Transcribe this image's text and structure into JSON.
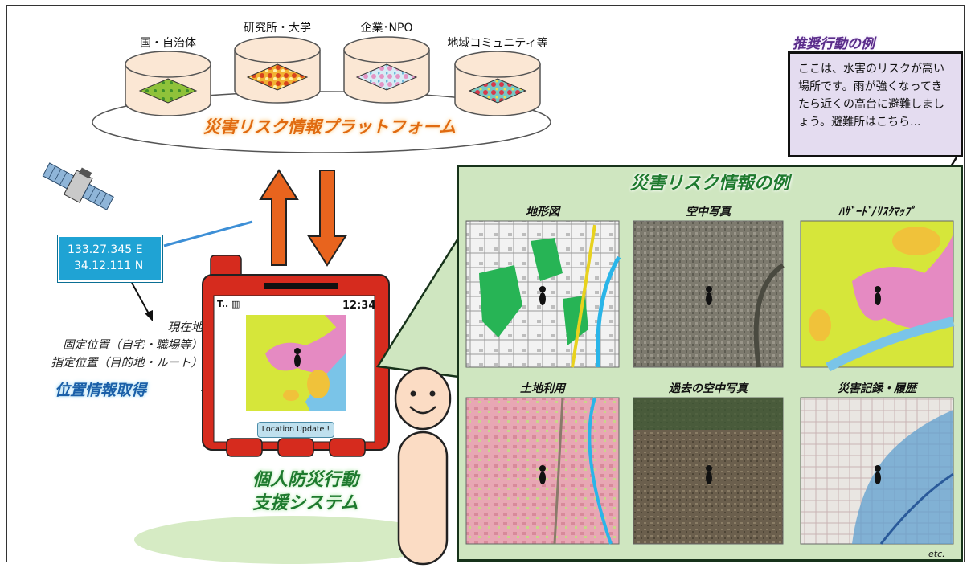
{
  "platform": {
    "label": "災害リスク情報プラットフォーム",
    "sources": [
      {
        "label": "国・自治体"
      },
      {
        "label": "研究所・大学"
      },
      {
        "label": "企業･NPO"
      },
      {
        "label": "地域コミュニティ等"
      }
    ]
  },
  "gps": {
    "coord_line1": "133.27.345 E",
    "coord_line2": "34.12.111 N"
  },
  "position": {
    "items": [
      "現在地",
      "固定位置（自宅・職場等）",
      "指定位置（目的地・ルート）"
    ],
    "title": "位置情報取得"
  },
  "phone": {
    "signal": "T.. ▥",
    "time": "12:34",
    "update_button": "Location Update !"
  },
  "system": {
    "line1": "個人防災行動",
    "line2": "支援システム"
  },
  "examples": {
    "title": "災害リスク情報の例",
    "tiles": [
      {
        "label": "地形図"
      },
      {
        "label": "空中写真"
      },
      {
        "label": "ﾊｻﾞｰﾄﾞ/ﾘｽｸﾏｯﾌﾟ"
      },
      {
        "label": "土地利用"
      },
      {
        "label": "過去の空中写真"
      },
      {
        "label": "災害記録・履歴"
      }
    ],
    "etc": "etc."
  },
  "recommended": {
    "title": "推奨行動の例",
    "text": "ここは、水害のリスクが高い場所です。雨が強くなってきたら近くの高台に避難しましょう。避難所はこちら..."
  },
  "colors": {
    "orange_arrow": "#e8641e",
    "phone_red": "#d62b1e",
    "panel_green": "#cfe6c0",
    "label_blue": "#1a5fa8",
    "label_green": "#1e7a2e",
    "label_orange": "#e06a10",
    "rec_purple": "#5a2c8a"
  }
}
